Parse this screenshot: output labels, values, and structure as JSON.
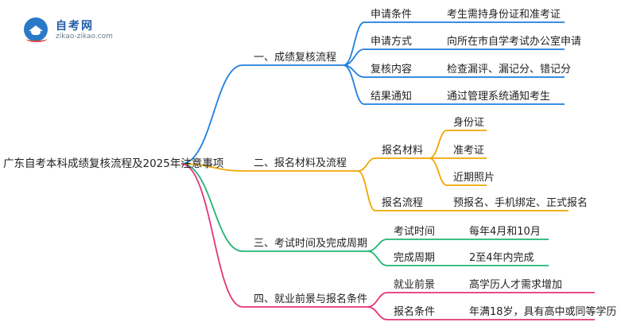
{
  "logo": {
    "name": "自考网",
    "url": "zikao-zikao.com",
    "icon": "graduation-cap-icon"
  },
  "mindmap": {
    "root": "广东自考本科成绩复核流程及2025年注意事项",
    "branches": [
      {
        "label": "一、成绩复核流程",
        "color": "#1e7fe0",
        "children": [
          {
            "label": "申请条件",
            "detail": "考生需持身份证和准考证"
          },
          {
            "label": "申请方式",
            "detail": "向所在市自学考试办公室申请"
          },
          {
            "label": "复核内容",
            "detail": "检查漏评、漏记分、错记分"
          },
          {
            "label": "结果通知",
            "detail": "通过管理系统通知考生"
          }
        ]
      },
      {
        "label": "二、报名材料及流程",
        "color": "#f0a800",
        "children": [
          {
            "label": "报名材料",
            "items": [
              "身份证",
              "准考证",
              "近期照片"
            ]
          },
          {
            "label": "报名流程",
            "detail": "预报名、手机绑定、正式报名"
          }
        ]
      },
      {
        "label": "三、考试时间及完成周期",
        "color": "#22b573",
        "children": [
          {
            "label": "考试时间",
            "detail": "每年4月和10月"
          },
          {
            "label": "完成周期",
            "detail": "2至4年内完成"
          }
        ]
      },
      {
        "label": "四、就业前景与报名条件",
        "color": "#e0357a",
        "children": [
          {
            "label": "就业前景",
            "detail": "高学历人才需求增加"
          },
          {
            "label": "报名条件",
            "detail": "年满18岁，具有高中或同等学历"
          }
        ]
      }
    ]
  }
}
